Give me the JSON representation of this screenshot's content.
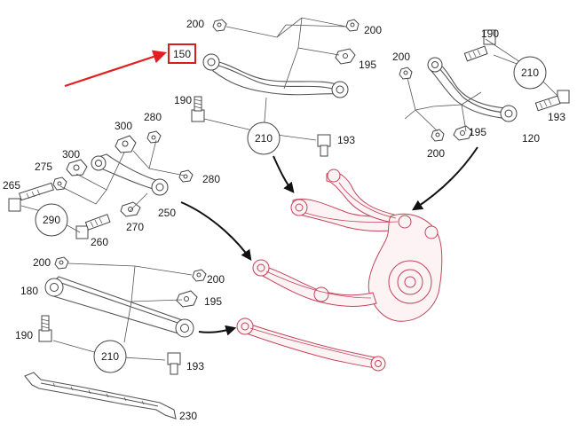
{
  "labels": {
    "c210_top": "210",
    "c210_right": "210",
    "c290": "290",
    "c210_bottom": "210",
    "n150": "150",
    "n200_tl": "200",
    "n200_tr": "200",
    "n195_top": "195",
    "n190_top": "190",
    "n193_top": "193",
    "n190_right": "190",
    "n200_right_a": "200",
    "n193_right": "193",
    "n195_right": "195",
    "n200_right_b": "200",
    "n120": "120",
    "n300_a": "300",
    "n280_a": "280",
    "n300_b": "300",
    "n275": "275",
    "n280_b": "280",
    "n265": "265",
    "n250": "250",
    "n270": "270",
    "n260": "260",
    "n200_bl": "200",
    "n200_bm": "200",
    "n180": "180",
    "n195_bottom": "195",
    "n190_bottom": "190",
    "n193_bottom": "193",
    "n230": "230"
  },
  "colors": {
    "highlight": "#d81d1d",
    "assembly": "#c3445a",
    "ink": "#444444"
  }
}
